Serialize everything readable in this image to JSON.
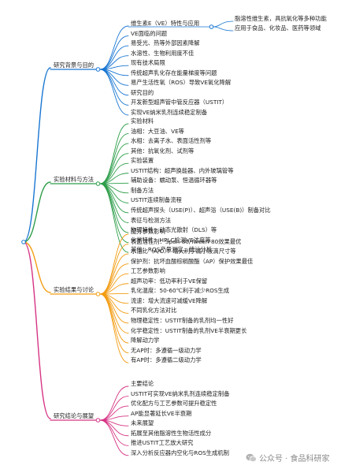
{
  "mindmap": {
    "branches": [
      {
        "label": "研究背景与目的",
        "color": "#1976d2",
        "children": [
          {
            "label": "维生素E（VE）特性与应用",
            "children": [
              "脂溶性维生素，具抗氧化等多种功能",
              "应用于食品、化妆品、医药等领域"
            ]
          },
          {
            "label": "VE面临的问题"
          },
          {
            "label": "易受光、热等外部因素降解"
          },
          {
            "label": "水溶性、生物利用度不佳"
          },
          {
            "label": "现有技术局限"
          },
          {
            "label": "传统超声乳化存在能量梯度等问题"
          },
          {
            "label": "易产生活性氧（ROS）导致VE氧化降解"
          },
          {
            "label": "研究目的"
          },
          {
            "label": "开发新型超声管中管反应器（USTIT）"
          },
          {
            "label": "实现VE纳米乳剂连续稳定制备"
          }
        ]
      },
      {
        "label": "实验材料与方法",
        "color": "#2e9e4a",
        "children": [
          {
            "label": "实验材料"
          },
          {
            "label": "油相：大豆油、VE等"
          },
          {
            "label": "水相：去离子水、表面活性剂等"
          },
          {
            "label": "其他：抗氧化剂、试剂等"
          },
          {
            "label": "实验装置"
          },
          {
            "label": "USTIT结构：超声换能器、内外玻璃管等"
          },
          {
            "label": "辅助设备：蠕动泵、恒温循环器等"
          },
          {
            "label": "制备方法"
          },
          {
            "label": "USTIT连续制备流程"
          },
          {
            "label": "传统超声探头（USE(P)）、超声浴（USE(B)）制备对比"
          },
          {
            "label": "表征与检测方法"
          },
          {
            "label": "物理特性：动态光散射（DLS）等"
          },
          {
            "label": "化学特性：HPLC检测VE浓度等"
          },
          {
            "label": "其他：ROS产量测定、统计分析"
          }
        ]
      },
      {
        "label": "实验结果与讨论",
        "color": "#f39c12",
        "children": [
          {
            "label": "配方参数影响"
          },
          {
            "label": "表面活性剂：Span-80/Tween-80效果最优"
          },
          {
            "label": "水油比（A/O）：增大利于减小液滴尺寸等"
          },
          {
            "label": "保护剂：抗坏血酸棕榈酸酯（AP）保护效果最佳"
          },
          {
            "label": "工艺参数影响"
          },
          {
            "label": "超声功率：低功率利于VE保留"
          },
          {
            "label": "乳化温度：50-60℃利于减少ROS生成"
          },
          {
            "label": "流速：增大流速可减缓VE降解"
          },
          {
            "label": "不同乳化方法对比"
          },
          {
            "label": "物理稳定性：USTIT制备的乳剂均一性好"
          },
          {
            "label": "化学稳定性：USTIT制备的乳剂VE半衰期更长"
          },
          {
            "label": "降解动力学"
          },
          {
            "label": "无AP时：多遵循一级动力学"
          },
          {
            "label": "有AP时：多遵循二级动力学"
          }
        ]
      },
      {
        "label": "研究结论与展望",
        "color": "#d63384",
        "children": [
          {
            "label": "主要结论"
          },
          {
            "label": "USTIT可实现VE纳米乳剂连续稳定制备"
          },
          {
            "label": "优化配方与工艺参数可提升稳定性"
          },
          {
            "label": "AP能显著延长VE半衰期"
          },
          {
            "label": "未来展望"
          },
          {
            "label": "拓展至其他脂溶性生物活性成分"
          },
          {
            "label": "推进USTIT工艺放大研究"
          },
          {
            "label": "深入分析反应器内空化与ROS生成机制"
          }
        ]
      }
    ]
  },
  "watermark": {
    "icon": "wechat-icon",
    "text": "公众号 · 食品科研家"
  }
}
